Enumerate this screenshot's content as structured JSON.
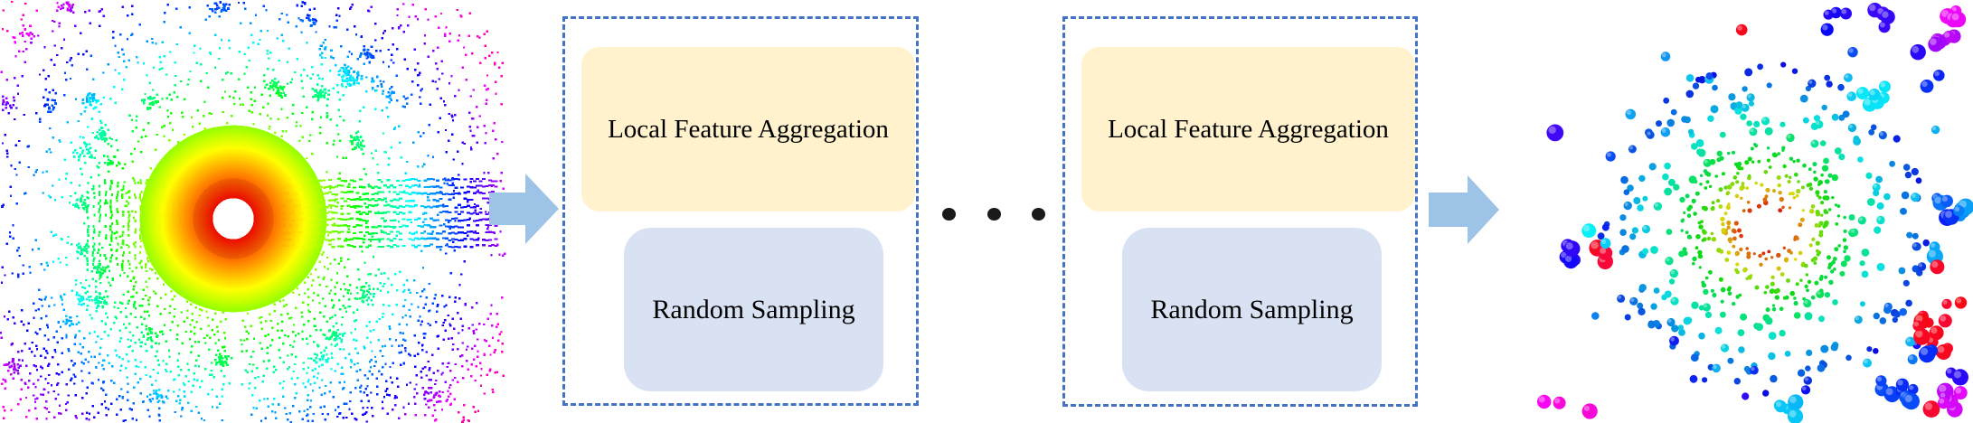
{
  "stage_blocks": [
    {
      "aggregation_label": "Local Feature Aggregation",
      "sampling_label": "Random Sampling"
    },
    {
      "aggregation_label": "Local Feature Aggregation",
      "sampling_label": "Random Sampling"
    }
  ],
  "ellipsis": {
    "dot_count": 3
  },
  "colors": {
    "dashed_border": "#4472C4",
    "aggregation_fill": "#FFF2CC",
    "sampling_fill": "#D9E2F3",
    "arrow_fill": "#9DC3E6",
    "ellipsis_dot": "#1a1a1a",
    "label_text": "#000000"
  },
  "point_clouds": {
    "input": {
      "description": "Dense LiDAR point cloud, rainbow colored by range: red-orange core, yellow-green-cyan rings, blue-magenta outskirts, white center hole"
    },
    "output": {
      "description": "Sparse randomly sampled point cloud: tiny red-orange dots at center growing to large shaded blue, purple, magenta and red spheres at the edges"
    }
  }
}
